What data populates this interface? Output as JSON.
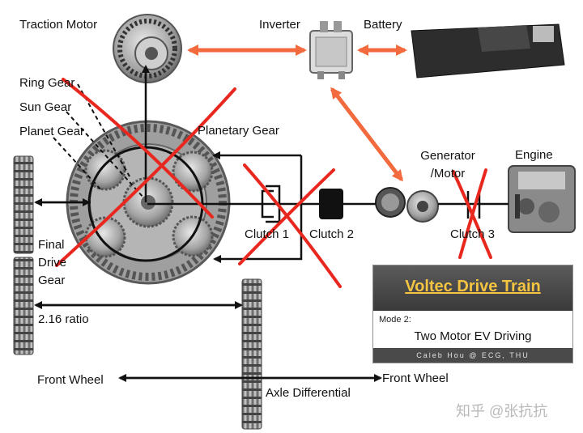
{
  "labels": {
    "traction_motor": "Traction Motor",
    "inverter": "Inverter",
    "battery": "Battery",
    "ring_gear": "Ring Gear",
    "sun_gear": "Sun Gear",
    "planet_gear": "Planet Gear",
    "planetary_gear": "Planetary Gear",
    "generator_motor": "Generator\n/Motor",
    "engine": "Engine",
    "clutch_1": "Clutch 1",
    "clutch_2": "Clutch 2",
    "clutch_3": "Clutch 3",
    "final_drive_gear": "Final\nDrive\nGear",
    "ratio": "2.16 ratio",
    "front_wheel_left": "Front Wheel",
    "front_wheel_right": "Front Wheel",
    "axle_differential": "Axle Differential"
  },
  "voltec": {
    "title": "Voltec Drive Train",
    "mode": "Mode 2:",
    "subtitle": "Two Motor EV Driving",
    "footer": "Caleb Hou @ ECG, THU"
  },
  "watermark": "知乎 @张抗抗",
  "colors": {
    "power_arrow": "#f26a3d",
    "cross_out": "#e8281e",
    "line": "#111111",
    "gear_metal": "#9a9a9a",
    "title_yellow": "#f5c542"
  }
}
